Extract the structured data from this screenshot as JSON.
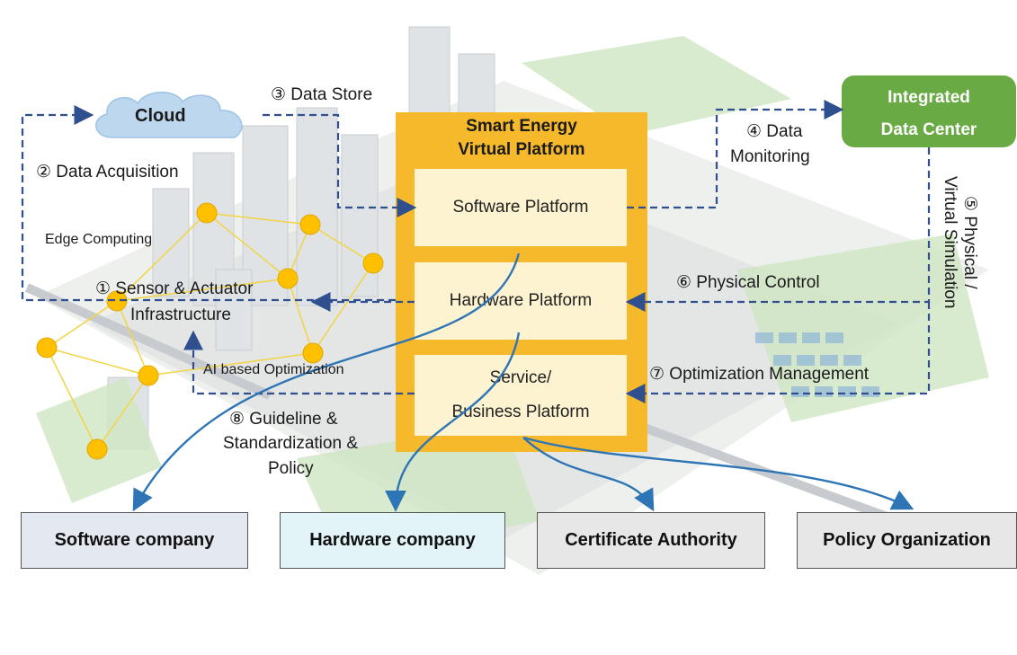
{
  "cloud": {
    "label": "Cloud"
  },
  "data_center": {
    "label_line1": "Integrated",
    "label_line2": "Data Center"
  },
  "platform": {
    "title_line1": "Smart Energy",
    "title_line2": "Virtual Platform",
    "software": "Software Platform",
    "hardware": "Hardware Platform",
    "service_line1": "Service/",
    "service_line2": "Business Platform"
  },
  "steps": {
    "s1_line1": "① Sensor & Actuator",
    "s1_line2": "Infrastructure",
    "s2": "② Data Acquisition",
    "s3": "③ Data Store",
    "s4_line1": "④ Data",
    "s4_line2": "Monitoring",
    "s5_line1": "⑤ Physical /",
    "s5_line2": "Virtual Simulation",
    "s6": "⑥ Physical Control",
    "s7": "⑦ Optimization Management",
    "s8_line1": "⑧ Guideline &",
    "s8_line2": "Standardization &",
    "s8_line3": "Policy"
  },
  "edge_computing": "Edge Computing",
  "ai_optimization": "AI based Optimization",
  "stakeholders": {
    "software": "Software company",
    "hardware": "Hardware company",
    "certificate": "Certificate Authority",
    "policy": "Policy Organization"
  },
  "colors": {
    "platform_yellow": "#f6b92b",
    "platform_inner": "#fdf3d0",
    "dashed_arrow": "#2f4f8f",
    "blue_arrow": "#2e75b6",
    "data_center_green": "#6aaa45",
    "cloud_blue": "#bdd7ee",
    "node_yellow": "#ffc000"
  }
}
